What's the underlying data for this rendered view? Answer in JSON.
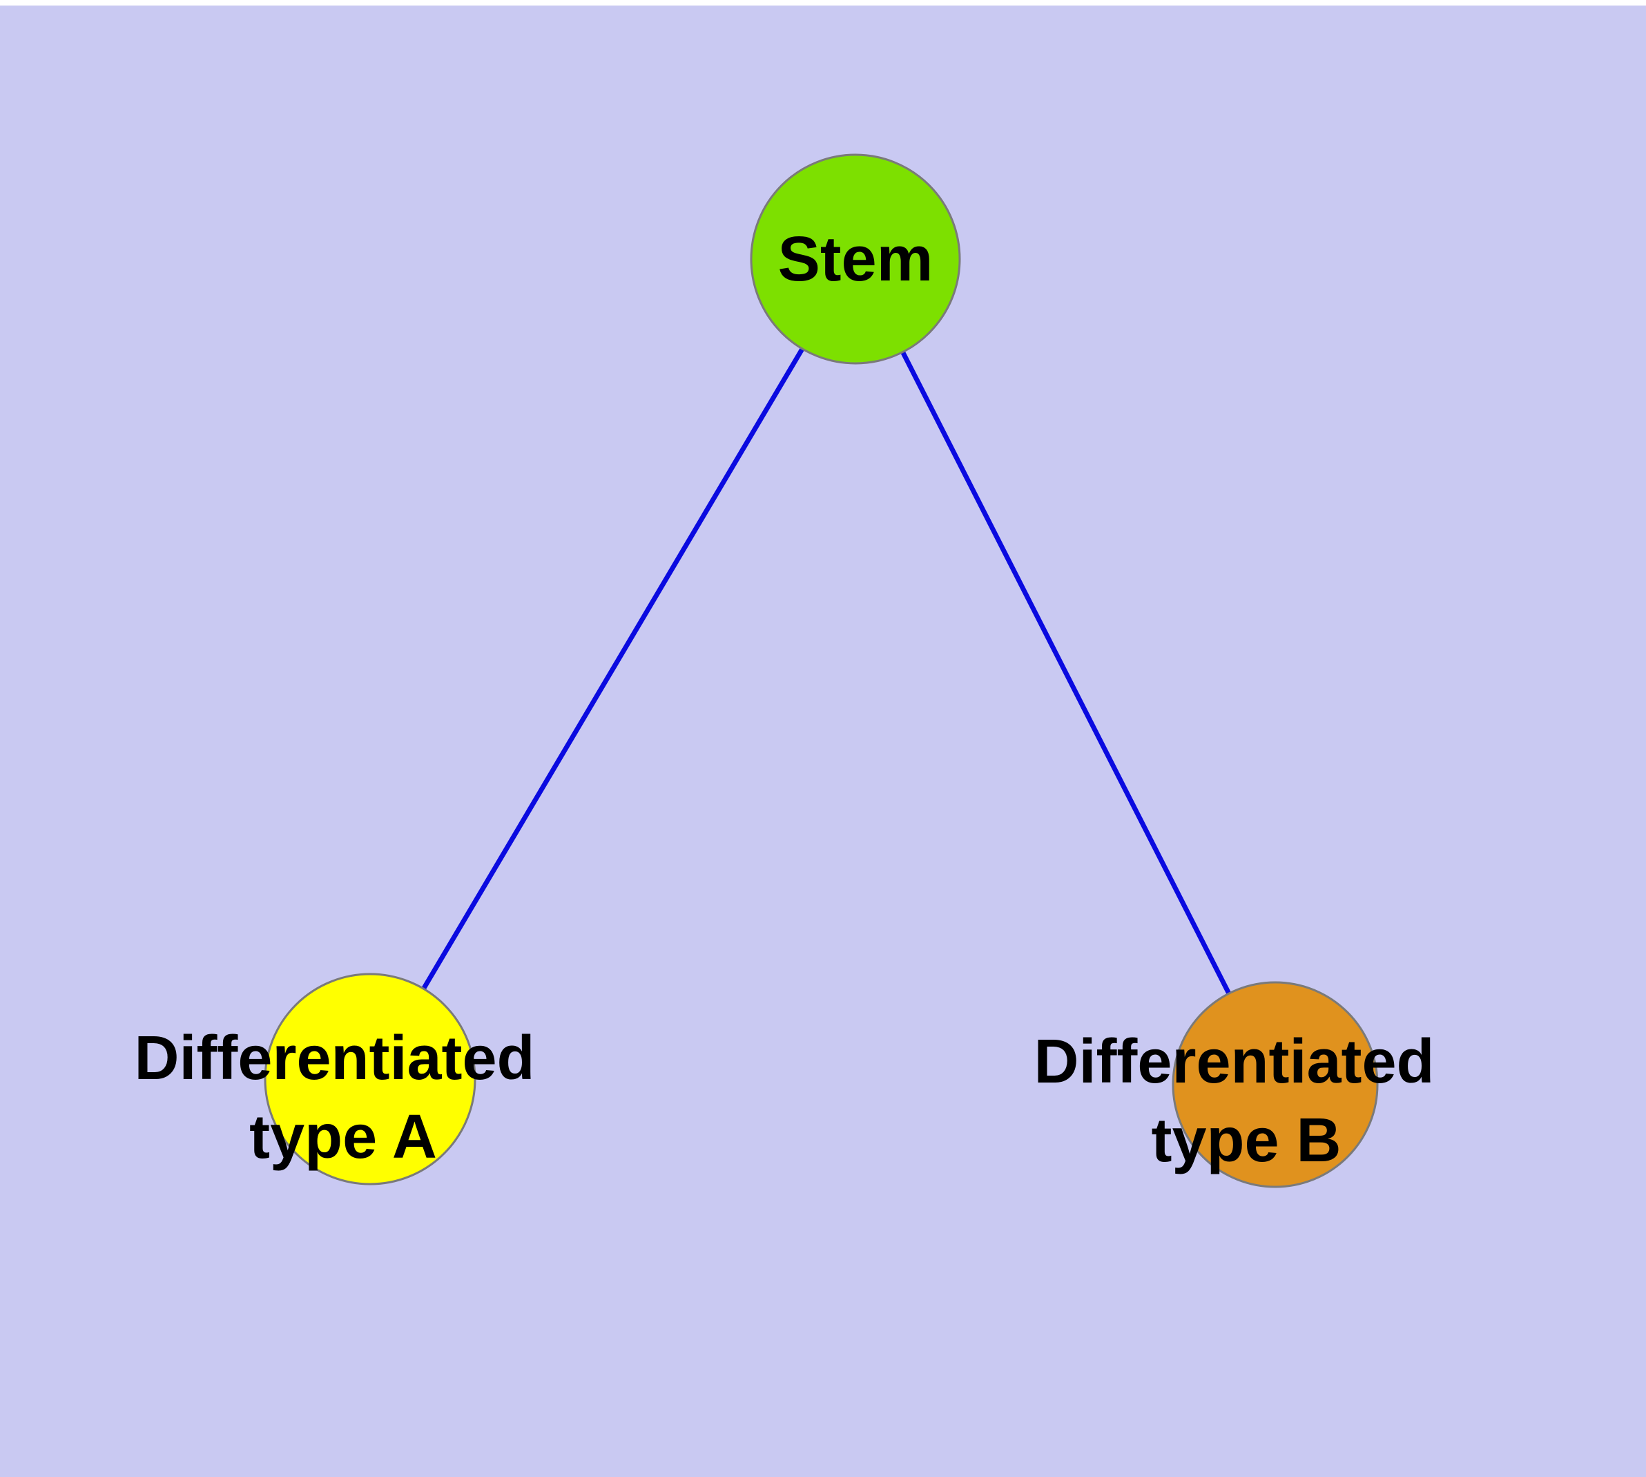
{
  "diagram": {
    "background_color": "#c9c9f2",
    "edge_color": "#0a0ae0",
    "node_border_color": "#7a7a7a",
    "nodes": {
      "stem": {
        "label": "Stem",
        "color": "#7de000"
      },
      "type_a": {
        "label_line1": "Differentiated",
        "label_line2": "type A",
        "color": "#ffff00"
      },
      "type_b": {
        "label_line1": "Differentiated",
        "label_line2": "type B",
        "color": "#e0921e"
      }
    },
    "edges": [
      {
        "from": "Stem",
        "to": "Differentiated type A"
      },
      {
        "from": "Stem",
        "to": "Differentiated type B"
      }
    ]
  }
}
